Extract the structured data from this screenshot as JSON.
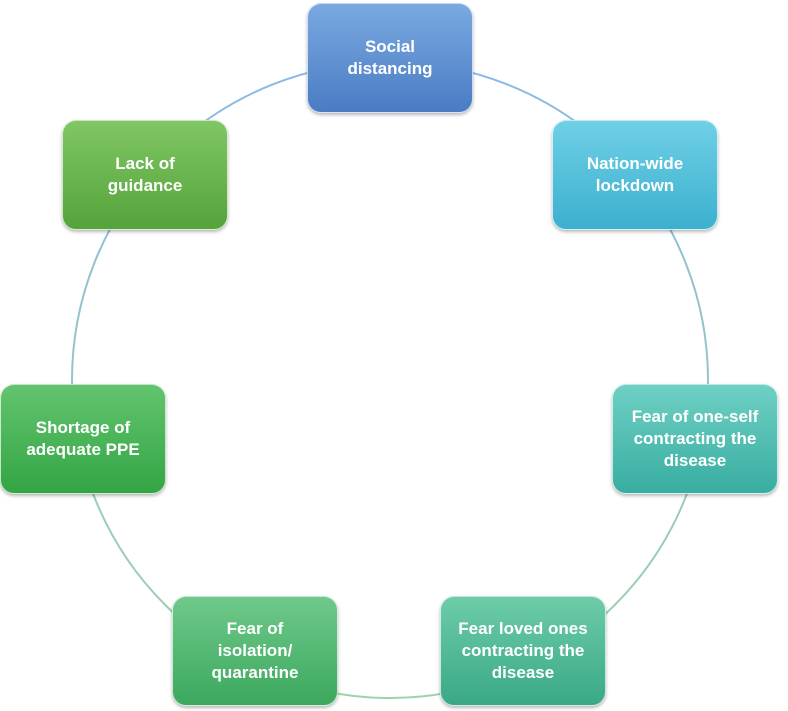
{
  "nodes": [
    {
      "id": "social-distancing",
      "label": "Social\ndistancing",
      "color_top": "#7aa9e0",
      "color_bottom": "#4a7cc4"
    },
    {
      "id": "nation-wide-lockdown",
      "label": "Nation-wide\nlockdown",
      "color_top": "#6fd0e6",
      "color_bottom": "#3cb0cf"
    },
    {
      "id": "fear-of-one-self",
      "label": "Fear of one-self\ncontracting the\ndisease",
      "color_top": "#6fd0c4",
      "color_bottom": "#39ada2"
    },
    {
      "id": "fear-loved-ones",
      "label": "Fear loved ones\ncontracting the\ndisease",
      "color_top": "#6dcca8",
      "color_bottom": "#3aa887"
    },
    {
      "id": "fear-of-isolation",
      "label": "Fear of\nisolation/\nquarantine",
      "color_top": "#6fc98a",
      "color_bottom": "#3ca85e"
    },
    {
      "id": "shortage-of-ppe",
      "label": "Shortage of\nadequate PPE",
      "color_top": "#63c46f",
      "color_bottom": "#33a544"
    },
    {
      "id": "lack-of-guidance",
      "label": "Lack of\nguidance",
      "color_top": "#7fc765",
      "color_bottom": "#55a33a"
    }
  ],
  "colors": {
    "connector_start": "#8ab9e6",
    "connector_end": "#9fd3a7"
  }
}
